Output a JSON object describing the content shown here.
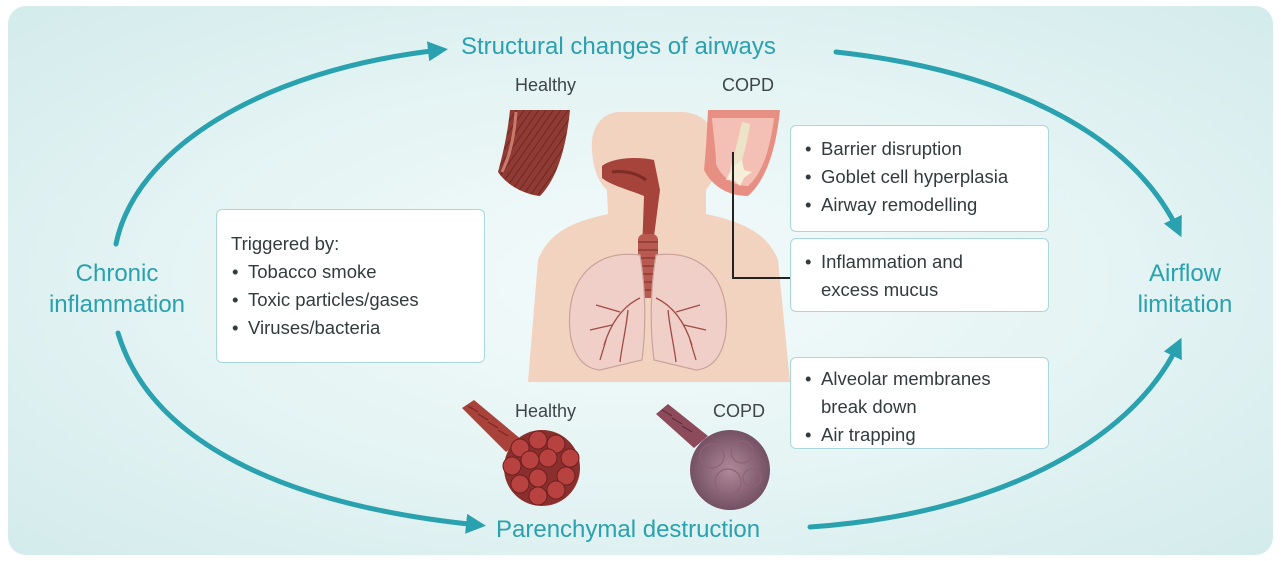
{
  "stages": {
    "top": "Structural changes of airways",
    "bottom": "Parenchymal destruction",
    "left_line1": "Chronic",
    "left_line2": "inflammation",
    "right_line1": "Airflow",
    "right_line2": "limitation"
  },
  "airway_labels": {
    "healthy": "Healthy",
    "copd": "COPD"
  },
  "alveoli_labels": {
    "healthy": "Healthy",
    "copd": "COPD"
  },
  "triggers": {
    "title": "Triggered by:",
    "items": [
      "Tobacco smoke",
      "Toxic particles/gases",
      "Viruses/bacteria"
    ]
  },
  "airway_changes": [
    "Barrier disruption",
    "Goblet cell hyperplasia",
    "Airway remodelling"
  ],
  "inflammation_box": {
    "line1": "Inflammation and",
    "line2": "excess mucus"
  },
  "alveolar_box": {
    "line1": "Alveolar membranes",
    "line2": "break down",
    "line3": "Air trapping"
  },
  "colors": {
    "accent": "#2aa1ae",
    "skin": "#f2d3bf",
    "muscle": "#9b3e36",
    "lung": "#efcfc7",
    "box_border": "#a9d8dc"
  },
  "icons": [
    "arrow-icon",
    "human-torso-icon",
    "airway-healthy-icon",
    "airway-copd-icon",
    "alveoli-healthy-icon",
    "alveoli-copd-icon"
  ]
}
